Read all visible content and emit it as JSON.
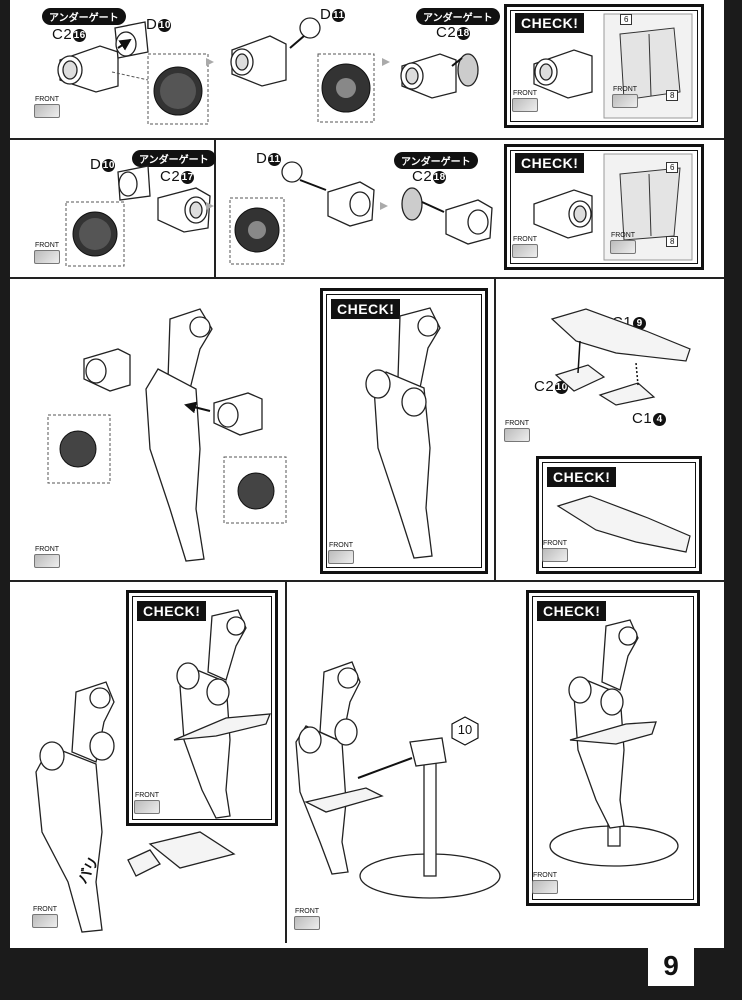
{
  "gates": {
    "row1_a": "アンダーゲート",
    "row1_b": "アンダーゲート",
    "row2_a": "アンダーゲート",
    "row2_b": "アンダーゲート"
  },
  "parts": {
    "r1_c2_16": "C2",
    "r1_d10": "D",
    "r1_d11": "D",
    "r1_c2_18": "C2",
    "r2_d10": "D",
    "r2_c2_17": "C2",
    "r2_d11": "D",
    "r2_c2_18": "C2",
    "wing_c1_9": "C1",
    "wing_c2_10": "C2",
    "wing_c1_4": "C1"
  },
  "part_numbers": {
    "r1_c2_16": "16",
    "r1_d10": "10",
    "r1_d11": "11",
    "r1_c2_18": "18",
    "r2_d10": "10",
    "r2_c2_17": "17",
    "r2_d11": "11",
    "r2_c2_18": "18",
    "wing_c1_9": "9",
    "wing_c2_10": "10",
    "wing_c1_4": "4"
  },
  "check_label": "CHECK!",
  "front_label": "FRONT",
  "ref_tags": {
    "r1_a": "6",
    "r1_b": "8",
    "r2_a": "6",
    "r2_b": "8"
  },
  "stand_part": "10",
  "side_mark": "バリ",
  "page_number": "9"
}
